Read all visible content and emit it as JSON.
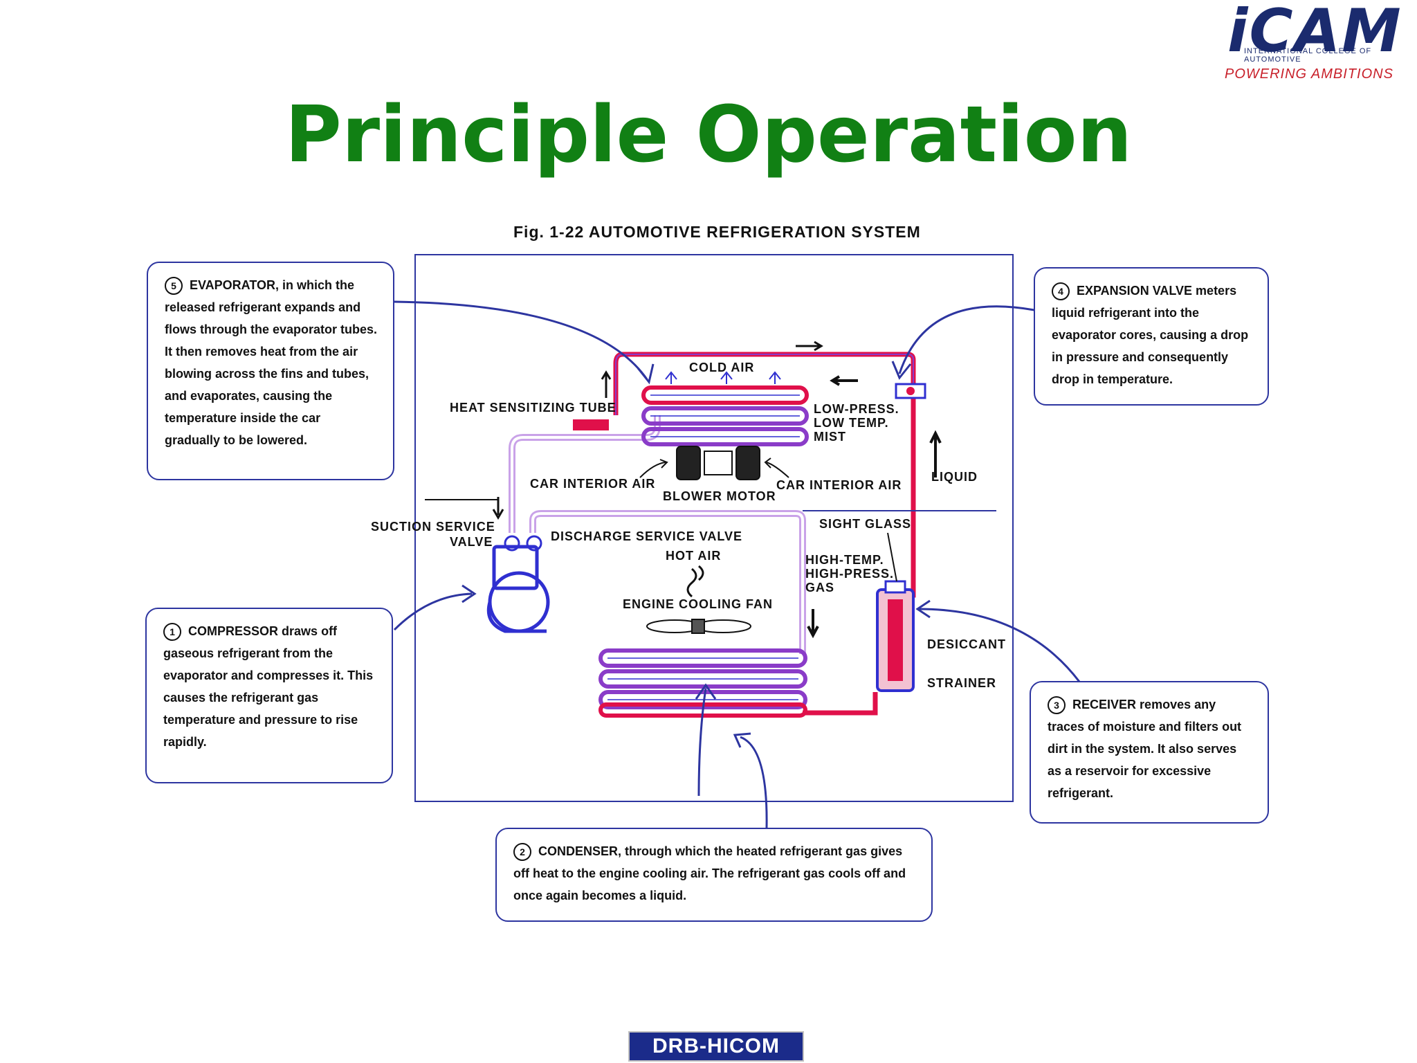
{
  "logo": {
    "mark": "iCAM",
    "subtitle": "INTERNATIONAL COLLEGE OF AUTOMOTIVE",
    "tagline": "POWERING AMBITIONS"
  },
  "title": "Principle Operation",
  "figure": {
    "caption": "Fig. 1-22  AUTOMOTIVE REFRIGERATION SYSTEM"
  },
  "notes": {
    "evaporator": {
      "num": "5",
      "head": "EVAPORATOR,",
      "body": "in which the released refrigerant expands and flows through the evaporator tubes. It then removes heat from the air blowing across the fins and tubes, and evaporates, causing the temperature inside the car gradually to be lowered."
    },
    "expansion": {
      "num": "4",
      "head": "EXPANSION VALVE",
      "body": "meters liquid refrigerant into the evaporator cores, causing a drop in pressure and consequently drop in temperature."
    },
    "compressor": {
      "num": "1",
      "head": "COMPRESSOR",
      "body": "draws off gaseous refrigerant from the evaporator and compresses it. This causes the refrigerant gas temperature and pressure to rise rapidly."
    },
    "receiver": {
      "num": "3",
      "head": "RECEIVER",
      "body": "removes any traces of moisture and filters out dirt in the system. It also serves as a reservoir for excessive refrigerant."
    },
    "condenser": {
      "num": "2",
      "head": "CONDENSER,",
      "body": "through which the heated refrigerant gas gives off heat to the engine cooling air. The refrigerant gas cools off and once again becomes a liquid."
    }
  },
  "labels": {
    "cold_air": "COLD AIR",
    "heat_tube": "HEAT SENSITIZING TUBE",
    "low_press": "LOW-PRESS.",
    "low_temp": "LOW TEMP.",
    "mist": "MIST",
    "car_air_left": "CAR INTERIOR AIR",
    "car_air_right": "CAR INTERIOR AIR",
    "blower": "BLOWER MOTOR",
    "liquid": "LIQUID",
    "suction_1": "SUCTION SERVICE",
    "suction_2": "VALVE",
    "discharge": "DISCHARGE SERVICE VALVE",
    "sight_glass": "SIGHT GLASS",
    "hot_air": "HOT AIR",
    "high_temp": "HIGH-TEMP.",
    "high_press": "HIGH-PRESS.",
    "gas": "GAS",
    "cooling_fan": "ENGINE COOLING FAN",
    "desiccant": "DESICCANT",
    "strainer": "STRAINER"
  },
  "footer": "DRB-HICOM",
  "colors": {
    "title": "#118014",
    "outline": "#2d35a0",
    "refrigerant_hot": "#e0104a",
    "refrigerant_cold": "#8a3cc8",
    "component": "#2f2fd0"
  }
}
